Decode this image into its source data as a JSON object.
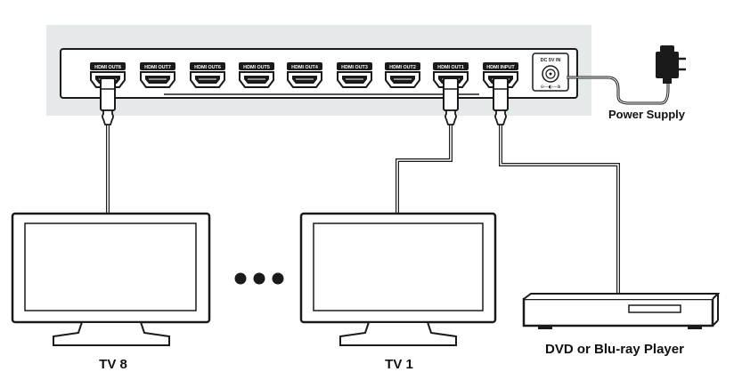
{
  "splitter": {
    "ports": [
      "HDMI OUT8",
      "HDMI OUT7",
      "HDMI OUT6",
      "HDMI OUT5",
      "HDMI OUT4",
      "HDMI OUT3",
      "HDMI OUT2",
      "HDMI OUT1",
      "HDMI INPUT"
    ],
    "dc_label": "DC 5V IN"
  },
  "labels": {
    "power_supply": "Power Supply",
    "tv8": "TV 8",
    "tv1": "TV 1",
    "player": "DVD or Blu-ray Player"
  },
  "colors": {
    "panel": "#e6e9ea",
    "device_outline": "#1a1a1a",
    "cable": "#1a1a1a"
  }
}
